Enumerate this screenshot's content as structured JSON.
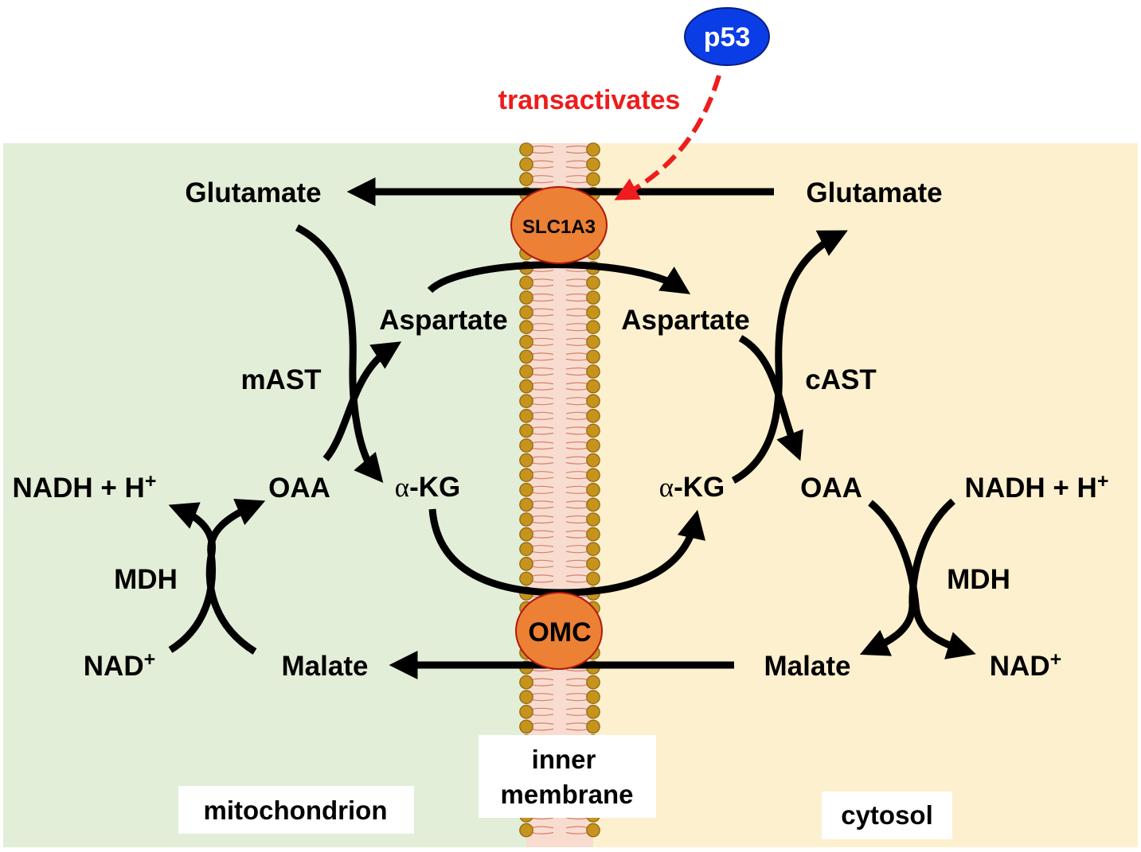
{
  "regulator": {
    "name": "p53",
    "action": "transactivates"
  },
  "transporters": {
    "top": "SLC1A3",
    "bottom": "OMC"
  },
  "compartments": {
    "left": "mitochondrion",
    "right": "cytosol",
    "membrane_line1": "inner",
    "membrane_line2": "membrane"
  },
  "left": {
    "glutamate": "Glutamate",
    "aspartate": "Aspartate",
    "enzyme_ast": "mAST",
    "oaa": "OAA",
    "akg_prefix": "α",
    "akg_suffix": "-KG",
    "nadh": "NADH + H",
    "nadh_sup": "+",
    "enzyme_mdh": "MDH",
    "nad": "NAD",
    "nad_sup": "+",
    "malate": "Malate"
  },
  "right": {
    "glutamate": "Glutamate",
    "aspartate": "Aspartate",
    "enzyme_ast": "cAST",
    "oaa": "OAA",
    "akg_prefix": "α",
    "akg_suffix": "-KG",
    "nadh": "NADH + H",
    "nadh_sup": "+",
    "enzyme_mdh": "MDH",
    "nad": "NAD",
    "nad_sup": "+",
    "malate": "Malate"
  },
  "colors": {
    "mitochondrion_bg": "#e2eed7",
    "cytosol_bg": "#fdf0ce",
    "membrane_core": "#f8dcd0",
    "lipid_head": "#c6941c",
    "transporter_fill": "#ec8034",
    "regulator_fill": "#0a3de6",
    "regulation_arrow": "#ee1c1c"
  }
}
